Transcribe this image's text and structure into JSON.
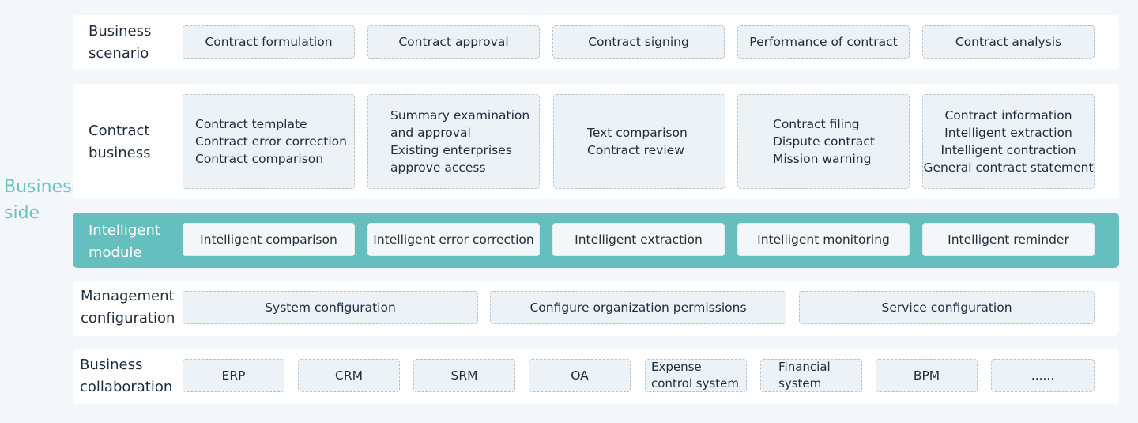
{
  "side_label": [
    "Business",
    "side"
  ],
  "rows": {
    "scenario": {
      "label": [
        "Business",
        "scenario"
      ],
      "items": [
        "Contract formulation",
        "Contract approval",
        "Contract signing",
        "Performance of contract",
        "Contract analysis"
      ]
    },
    "contract_business": {
      "label": [
        "Contract",
        "business"
      ],
      "items": [
        [
          "Contract template",
          "Contract error correction",
          "Contract comparison"
        ],
        [
          "Summary examination",
          "and approval",
          "Existing enterprises",
          "approve access"
        ],
        [
          "Text comparison",
          "Contract review"
        ],
        [
          "Contract filing",
          "Dispute contract",
          "Mission warning"
        ],
        [
          "Contract information",
          "Intelligent extraction",
          "Intelligent contraction",
          "General contract statement"
        ]
      ]
    },
    "intelligent": {
      "label": [
        "Intelligent",
        "module"
      ],
      "items": [
        "Intelligent comparison",
        "Intelligent error correction",
        "Intelligent extraction",
        "Intelligent monitoring",
        "Intelligent reminder"
      ]
    },
    "management": {
      "label": [
        "Management",
        "configuration"
      ],
      "items": [
        "System configuration",
        "Configure organization permissions",
        "Service configuration"
      ]
    },
    "collaboration": {
      "label": [
        "Business",
        "collaboration"
      ],
      "items": [
        [
          "ERP"
        ],
        [
          "CRM"
        ],
        [
          "SRM"
        ],
        [
          "OA"
        ],
        [
          "Expense",
          "control system"
        ],
        [
          "Financial",
          "system"
        ],
        [
          "BPM"
        ],
        [
          "......"
        ]
      ]
    }
  },
  "colors": {
    "accent": "#65bfbf",
    "side_label": "#6cc3c3",
    "background": "#f3f7fa",
    "box": "#edf2f6"
  }
}
